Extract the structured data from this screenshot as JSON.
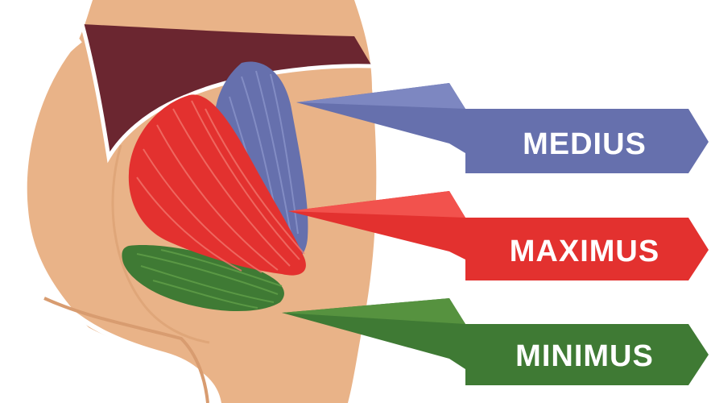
{
  "labels": {
    "medius": "MEDIUS",
    "maximus": "MAXIMUS",
    "minimus": "MINIMUS"
  },
  "colors": {
    "skin": "#e9b388",
    "skin_shadow": "#d89c70",
    "underwear": "#6b2630",
    "medius": "#6670ad",
    "medius_light": "#7d87c1",
    "maximus": "#e3312f",
    "maximus_light": "#f2524d",
    "minimus": "#3f7a34",
    "minimus_light": "#56923f"
  }
}
